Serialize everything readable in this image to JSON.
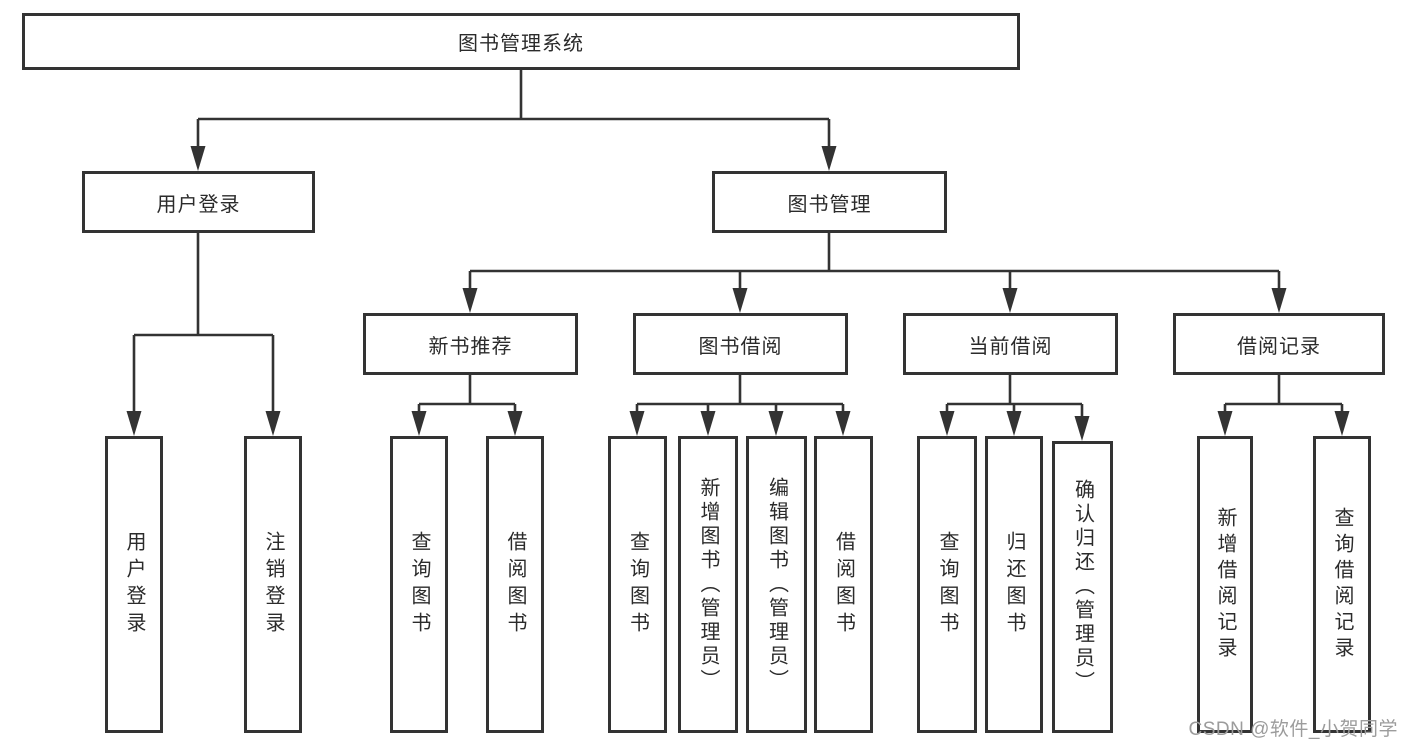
{
  "diagram": {
    "title": "图书管理系统",
    "watermark": "CSDN @软件_小贺同学",
    "colors": {
      "line": "#333333",
      "text": "#2b2b2b",
      "watermark": "#9c9c9c",
      "background": "#ffffff"
    },
    "tree": {
      "label": "图书管理系统",
      "children": [
        {
          "label": "用户登录",
          "children": [
            {
              "label": "用户登录"
            },
            {
              "label": "注销登录"
            }
          ]
        },
        {
          "label": "图书管理",
          "children": [
            {
              "label": "新书推荐",
              "children": [
                {
                  "label": "查询图书"
                },
                {
                  "label": "借阅图书"
                }
              ]
            },
            {
              "label": "图书借阅",
              "children": [
                {
                  "label": "查询图书"
                },
                {
                  "label": "新增图书（管理员）"
                },
                {
                  "label": "编辑图书（管理员）"
                },
                {
                  "label": "借阅图书"
                }
              ]
            },
            {
              "label": "当前借阅",
              "children": [
                {
                  "label": "查询图书"
                },
                {
                  "label": "归还图书"
                },
                {
                  "label": "确认归还（管理员）"
                }
              ]
            },
            {
              "label": "借阅记录",
              "children": [
                {
                  "label": "新增借阅记录"
                },
                {
                  "label": "查询借阅记录"
                }
              ]
            }
          ]
        }
      ]
    }
  }
}
